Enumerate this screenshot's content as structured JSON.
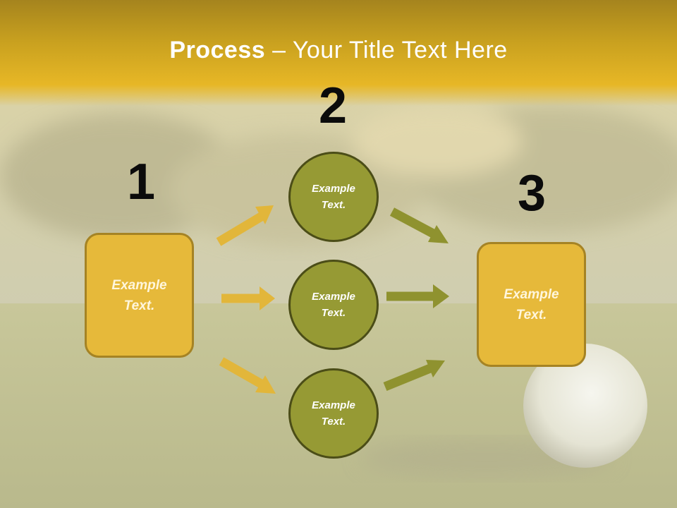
{
  "title": {
    "bold": "Process",
    "rest": " – Your Title Text Here"
  },
  "steps": {
    "one": {
      "number": "1",
      "text": "Example\nText."
    },
    "two": {
      "number": "2"
    },
    "three": {
      "number": "3",
      "text": "Example\nText."
    }
  },
  "circles": [
    {
      "text": "Example\nText."
    },
    {
      "text": "Example\nText."
    },
    {
      "text": "Example\nText."
    }
  ],
  "colors": {
    "gold": "#e6b93a",
    "gold_arrow": "#e2b63a",
    "olive": "#969a34",
    "olive_arrow": "#8f922f"
  }
}
